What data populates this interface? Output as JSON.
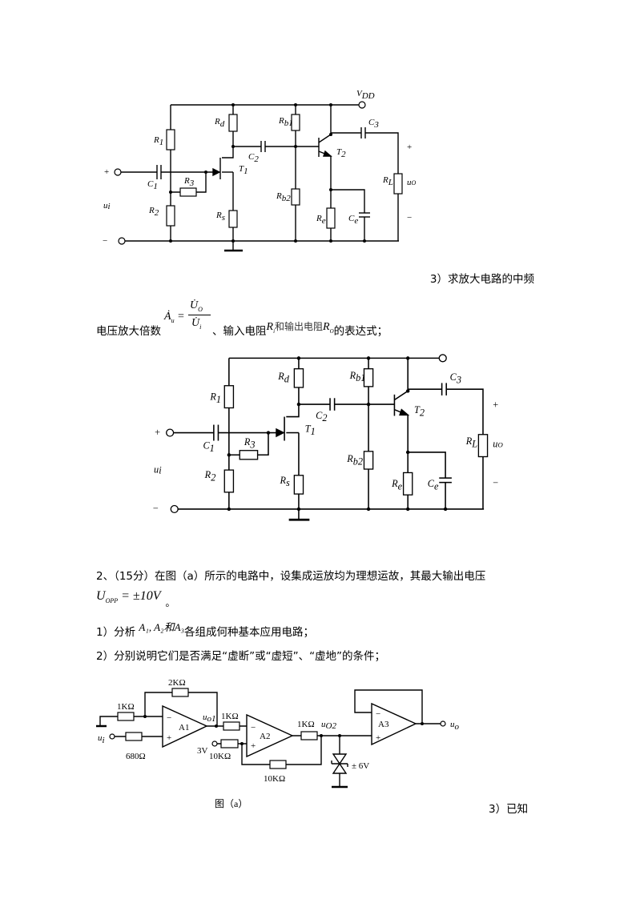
{
  "circuit": {
    "vdd": "V",
    "vdd_sub": "DD",
    "plus": "+",
    "minus": "−",
    "r1": "R",
    "r1_sub": "1",
    "r2": "R",
    "r2_sub": "2",
    "r3": "R",
    "r3_sub": "3",
    "c1": "C",
    "c1_sub": "1",
    "c2": "C",
    "c2_sub": "2",
    "c3": "C",
    "c3_sub": "3",
    "rd": "R",
    "rd_sub": "d",
    "rs": "R",
    "rs_sub": "s",
    "rb1": "R",
    "rb1_sub": "b1",
    "rb2": "R",
    "rb2_sub": "b2",
    "re": "R",
    "re_sub": "e",
    "ce": "C",
    "ce_sub": "e",
    "rl": "R",
    "rl_sub": "L",
    "t1": "T",
    "t1_sub": "1",
    "t2": "T",
    "t2_sub": "2",
    "ui": "u",
    "ui_sub": "i",
    "uo": "u",
    "uo_sub": "O"
  },
  "text": {
    "q3_start": "3）求放大电路的中频",
    "q3_a": "电压放大倍数",
    "formula_lhs": "Ȧ",
    "formula_lhs_sub": "u",
    "formula_eq": "=",
    "formula_num": "U̇",
    "formula_num_sub": "O",
    "formula_den": "U̇",
    "formula_den_sub": "i",
    "q3_b": "、输入电阻",
    "ri": "R",
    "ri_sub": "i",
    "q3_c": "和输出电阻",
    "ro": "R",
    "ro_sub": "O",
    "q3_d": "的表达式；",
    "q2_title": "2、（15分）在图（a）所示的电路中，设集成运放均为理想运故，其最大输出电压",
    "uopp": "U",
    "uopp_sub": "OPP",
    "uopp_val": " = ±10V",
    "period": "。",
    "q2_1_a": "1）分析",
    "q2_1_sym": "A₁, A₂和A₃",
    "q2_1_b": "各组成何种基本应用电路；",
    "q2_2": "2）分别说明它们是否满足“虚断”或“虚短”、“虚地”的条件；",
    "q2_3": "3）已知"
  },
  "opamp": {
    "r_2k": "2KΩ",
    "r_1k_a": "1KΩ",
    "r_680": "680Ω",
    "ui": "u",
    "ui_sub": "i",
    "a1": "A1",
    "uo1": "u",
    "uo1_sub": "o1",
    "r_1k_b": "1KΩ",
    "a2": "A2",
    "v3": "3V",
    "r_10k_a": "10KΩ",
    "r_10k_b": "10KΩ",
    "r_1k_c": "1KΩ",
    "uo2": "u",
    "uo2_sub": "O2",
    "a3": "A3",
    "uo": "u",
    "uo_sub": "o",
    "zener": "± 6V",
    "caption": "图（a）",
    "minus": "−",
    "plus": "+"
  }
}
